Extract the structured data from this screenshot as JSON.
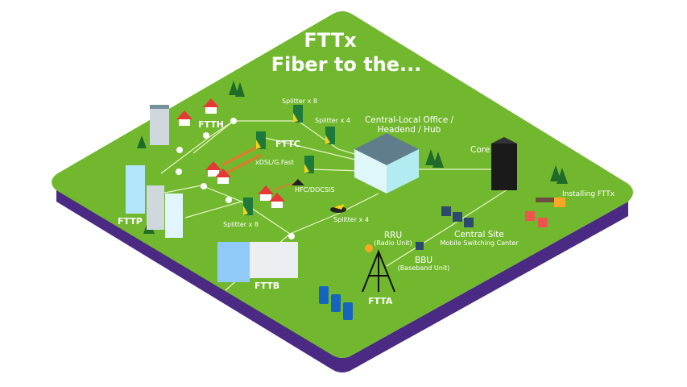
{
  "title": {
    "line1": "FTTx",
    "line2": "Fiber to the..."
  },
  "labels": {
    "ftth": "FTTH",
    "fttc": "FTTC",
    "fttp": "FTTP",
    "fttb": "FTTB",
    "ftta": "FTTA",
    "splitter_x8_top": "Splitter x 8",
    "splitter_x4_top": "Splitter x 4",
    "splitter_x8_bottom": "Splitter x 8",
    "splitter_x4_bottom": "Splitter x 4",
    "xdsl": "xDSL/G.Fast",
    "hfc": "HFC/DOCSIS",
    "central_office_1": "Central-Local Office /",
    "central_office_2": "Headend / Hub",
    "core": "Core",
    "installing": "Installing FTTx",
    "central_site": "Central Site",
    "msc": "Mobile Switching Center",
    "rru": "RRU",
    "rru_sub": "(Radio Unit)",
    "bbu": "BBU",
    "bbu_sub": "(Baseband Unit)"
  },
  "colors": {
    "ground": "#72b82e",
    "base": "#4a2a82",
    "fiber": "#e8f5c8",
    "copper": "#e07a2a",
    "splitter": "#1e7a3a"
  }
}
